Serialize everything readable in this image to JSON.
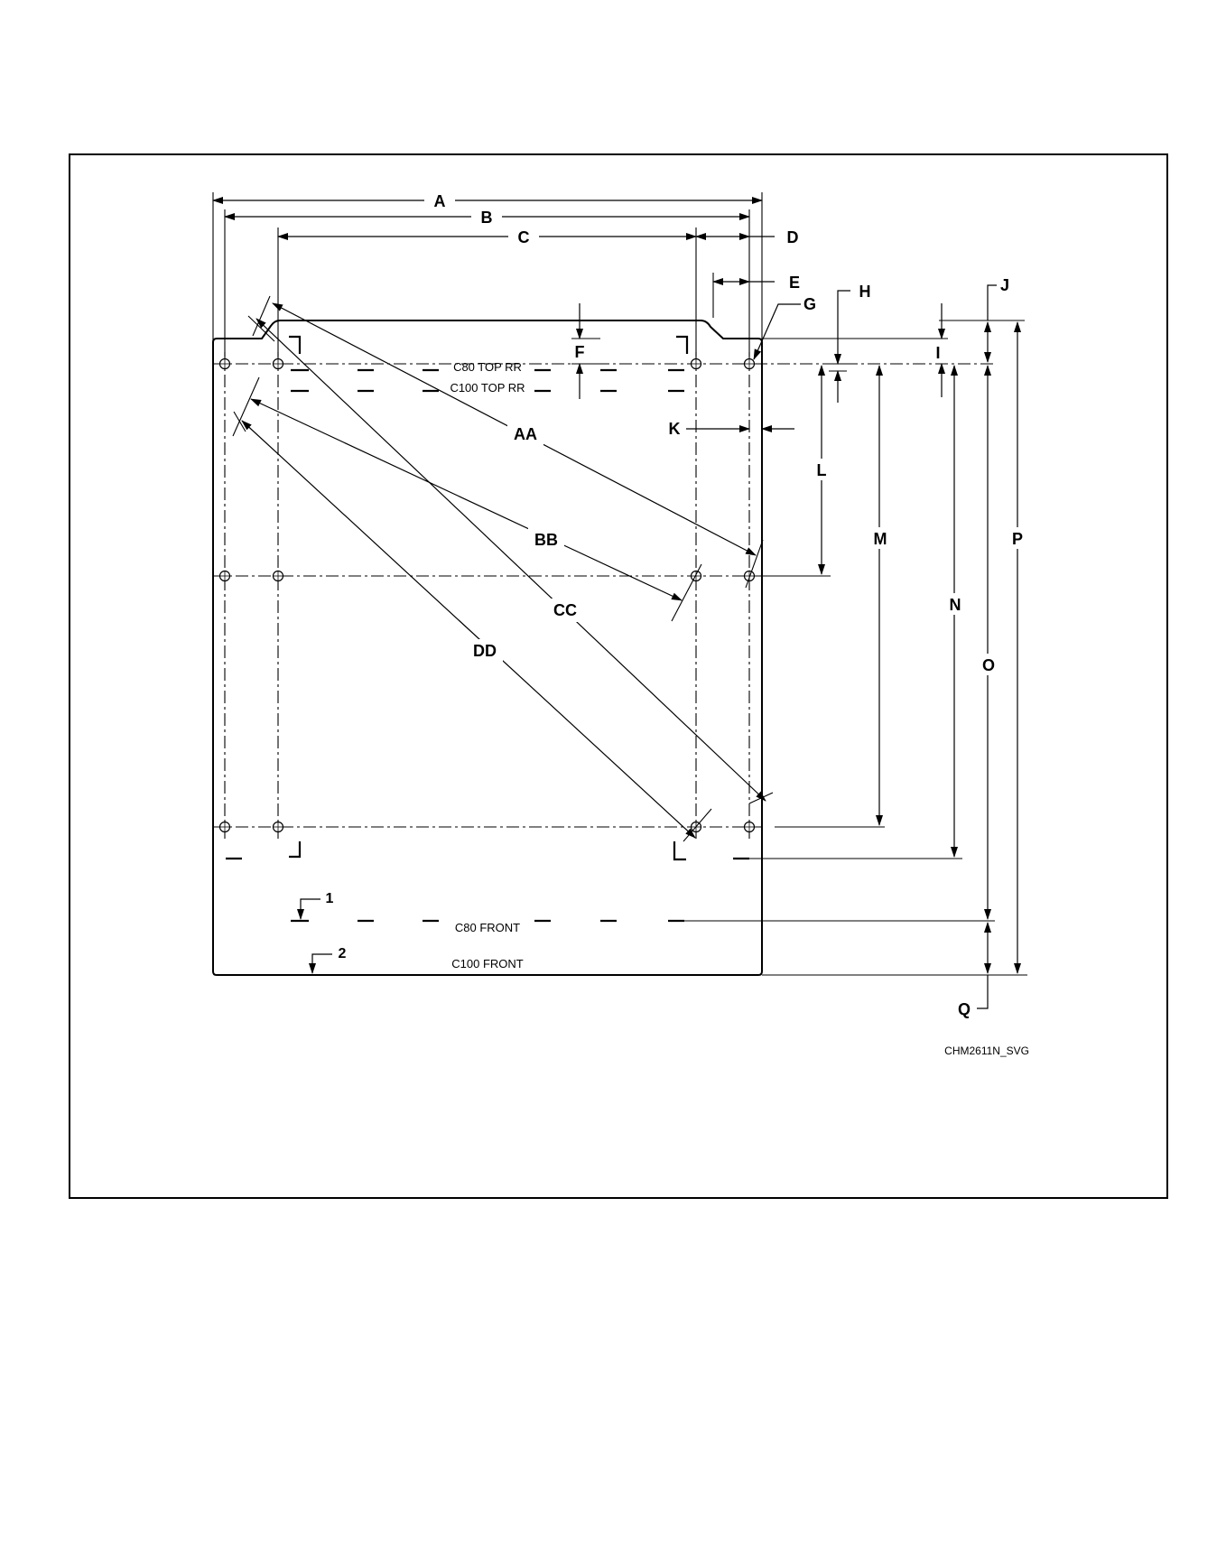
{
  "diagram": {
    "figure_code": "CHM2611N_SVG",
    "dimension_labels": {
      "A": "A",
      "B": "B",
      "C": "C",
      "D": "D",
      "E": "E",
      "F": "F",
      "G": "G",
      "H": "H",
      "I": "I",
      "J": "J",
      "K": "K",
      "L": "L",
      "M": "M",
      "N": "N",
      "O": "O",
      "P": "P",
      "Q": "Q",
      "AA": "AA",
      "BB": "BB",
      "CC": "CC",
      "DD": "DD"
    },
    "marking_labels": {
      "c80_top": "C80 TOP RR",
      "c100_top": "C100 TOP RR",
      "c80_front": "C80 FRONT",
      "c100_front": "C100 FRONT"
    },
    "callouts": {
      "one": "1",
      "two": "2"
    }
  }
}
